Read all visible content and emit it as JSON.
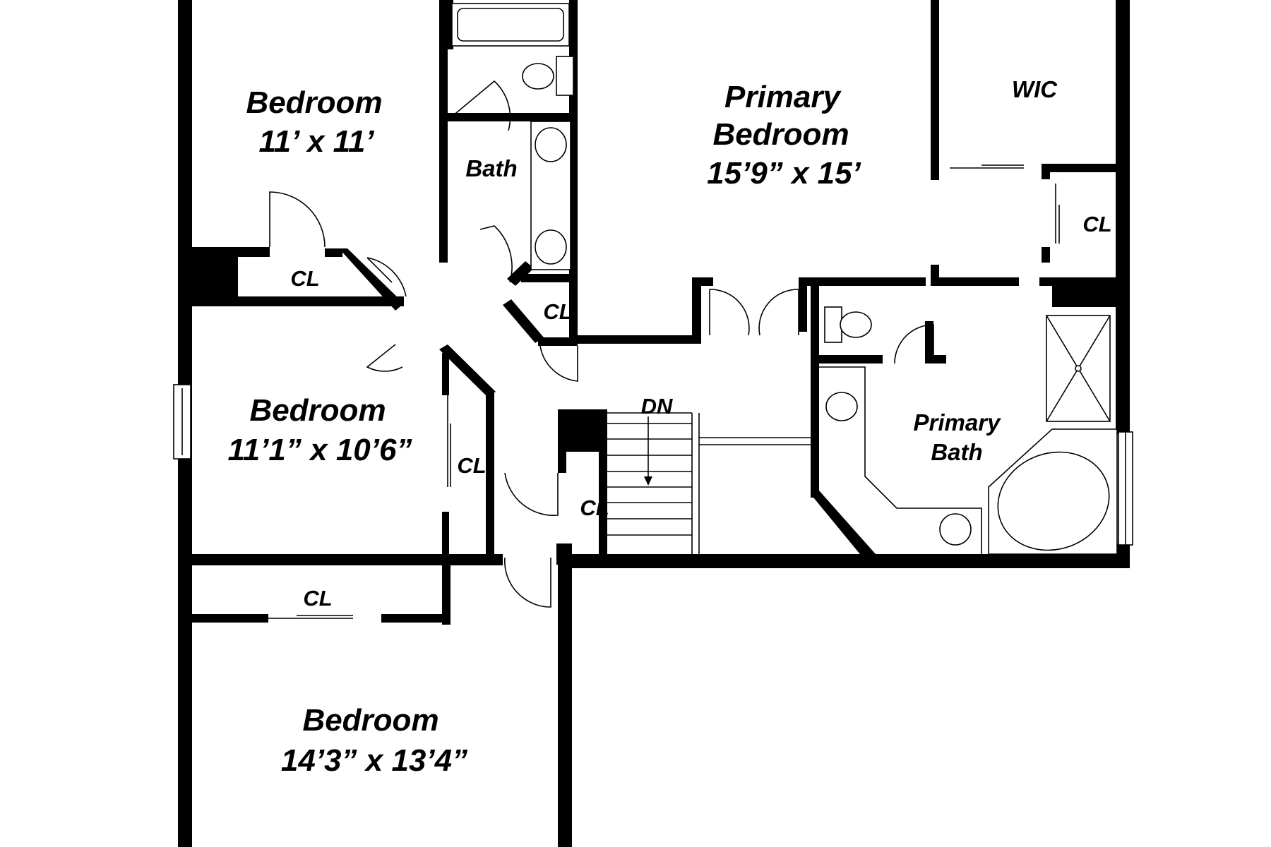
{
  "rooms": {
    "bedroom_top_left": {
      "name": "Bedroom",
      "size": "11’ x 11’"
    },
    "bedroom_middle_left": {
      "name": "Bedroom",
      "size": "11’1” x 10’6”"
    },
    "bedroom_bottom_left": {
      "name": "Bedroom",
      "size": "14’3” x 13’4”"
    },
    "primary_bedroom": {
      "line1": "Primary",
      "line2": "Bedroom",
      "size": "15’9” x 15’"
    },
    "primary_bath": {
      "line1": "Primary",
      "line2": "Bath"
    },
    "hall_bath": {
      "name": "Bath"
    },
    "wic": {
      "name": "WIC"
    }
  },
  "closets": {
    "label": "CL"
  },
  "stairs": {
    "label": "DN"
  },
  "colors": {
    "wall": "#000000",
    "background": "#ffffff"
  }
}
